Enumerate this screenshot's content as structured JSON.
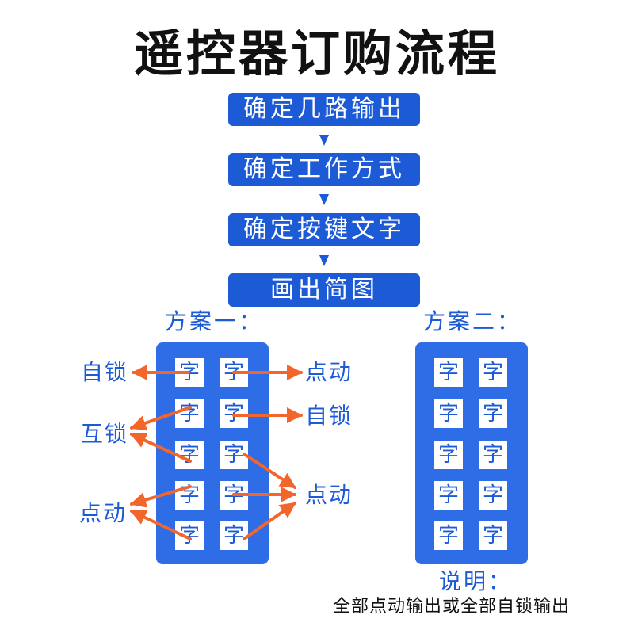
{
  "title": "遥控器订购流程",
  "steps": [
    "确定几路输出",
    "确定工作方式",
    "确定按键文字",
    "画出简图"
  ],
  "scheme1": {
    "label": "方案一：",
    "keys": [
      "字",
      "字",
      "字",
      "字",
      "字",
      "字",
      "字",
      "字",
      "字",
      "字"
    ],
    "callouts": [
      "自锁",
      "点动",
      "自锁",
      "互锁",
      "点动",
      "点动"
    ]
  },
  "scheme2": {
    "label": "方案二：",
    "keys": [
      "字",
      "字",
      "字",
      "字",
      "字",
      "字",
      "字",
      "字",
      "字",
      "字"
    ]
  },
  "note": {
    "title": "说明：",
    "text": "全部点动输出或全部自锁输出"
  },
  "colors": {
    "primary": "#1d5bd6",
    "remote": "#2e6de6",
    "arrow": "#f2662b",
    "title": "#111111"
  }
}
